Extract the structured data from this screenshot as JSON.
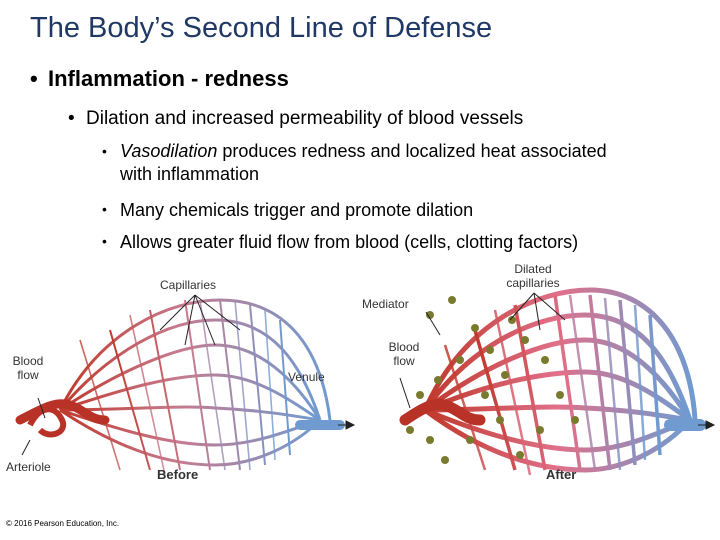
{
  "slide": {
    "title": "The Body’s Second Line of Defense",
    "bullet1": "Inflammation - redness",
    "bullet2": "Dilation and increased permeability of blood vessels",
    "bullet3a_italic": "Vasodilation",
    "bullet3a_rest": " produces redness and localized heat associated with inflammation",
    "bullet3b": "Many chemicals trigger and promote dilation",
    "bullet3c": "Allows greater fluid flow from blood (cells, clotting factors)"
  },
  "figure": {
    "labels": {
      "capillaries": "Capillaries",
      "blood_flow_left": "Blood flow",
      "venule": "Venule",
      "arteriole": "Arteriole",
      "before": "Before",
      "dilated_capillaries": "Dilated capillaries",
      "mediator": "Mediator",
      "blood_flow_right": "Blood flow",
      "after": "After"
    },
    "colors": {
      "artery": "#c0392b",
      "vein": "#6f9bd1",
      "mediator": "#7a7a2e"
    }
  },
  "copyright": "© 2016 Pearson Education, Inc."
}
